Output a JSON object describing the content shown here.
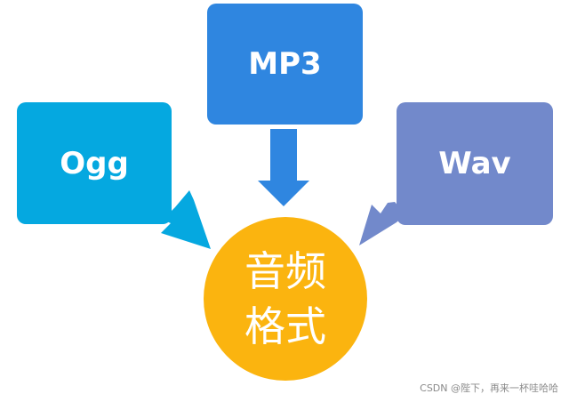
{
  "nodes": {
    "mp3": {
      "label": "MP3",
      "color": "#2f86e0"
    },
    "ogg": {
      "label": "Ogg",
      "color": "#05a8e0"
    },
    "wav": {
      "label": "Wav",
      "color": "#7289cb"
    },
    "center": {
      "label": "音频格式",
      "color": "#fbb40f"
    }
  },
  "watermark": "CSDN @陛下，再来一杯哇哈哈"
}
